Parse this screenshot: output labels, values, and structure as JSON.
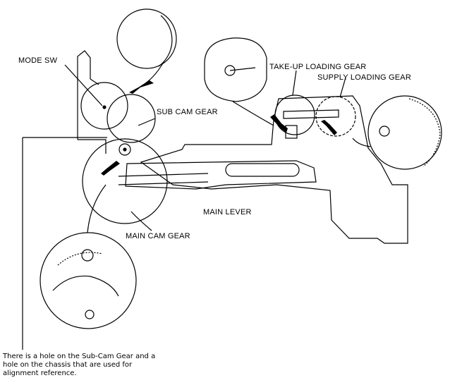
{
  "labels": {
    "mode_sw": "MODE SW",
    "sub_cam_gear": "SUB CAM GEAR",
    "take_up_loading_gear": "TAKE-UP LOADING GEAR",
    "supply_loading_gear": "SUPPLY LOADING GEAR",
    "main_lever": "MAIN LEVER",
    "main_cam_gear": "MAIN CAM GEAR"
  },
  "note_lines": [
    "There is a hole on the Sub-Cam Gear and a",
    "hole on the chassis that are used for",
    "alignment reference."
  ]
}
